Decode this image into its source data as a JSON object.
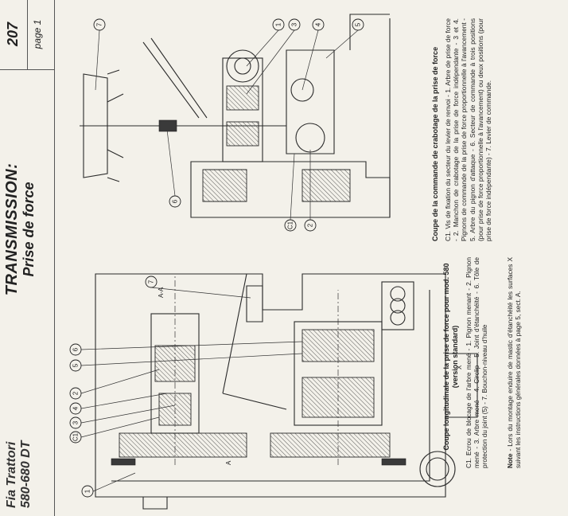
{
  "header": {
    "brand_line1": "Fia Trattori",
    "brand_line2": "580-680 DT",
    "title": "TRANSMISSION:",
    "subtitle": "Prise de force",
    "page_number": "207",
    "page_label": "page 1"
  },
  "figure_left": {
    "caption_title": "Coupe longitudinale de la prise de force pour mod. 580 (version standard)",
    "caption_text": "C1. Ecrou de blocage de l'arbre mené - 1. Pignon menant - 2. Pignon mené - 3. Arbre mené - 4. Circlip - 5. Joint d'étanchéité - 6. Tôle de protection du joint (5) - 7. Bouchon-niveau d'huile",
    "note_label": "Note",
    "note_text": " - Lors du montage enduire de mastic d'étanchéité les surfaces X suivant les instructions générales données à page 5, sect. A.",
    "callouts": [
      "1",
      "C1",
      "3",
      "4",
      "2",
      "5",
      "6",
      "7"
    ],
    "section_label": "A-A",
    "x_label": "X",
    "arrow_label": "A"
  },
  "figure_right": {
    "caption_title": "Coupe de la commande de crabotage de la prise de force",
    "caption_text": "C1. Vis de fixation du secteur du levier de renvoi - 1. Arbre de prise de force - 2. Manchon de crabotage de la prise de force indépendante - 3 et 4. Pignons de commande de la prise de force proportionnelle à l'avancement - 5. Arbre du pignon d'attaque - 6. Secteur de commande à trois positions (pour prise de force proportionnelle à l'avancement) ou deux positions (pour prise de force indépendante) - 7. Levier de commande.",
    "callouts": [
      "7",
      "1",
      "3",
      "4",
      "5",
      "6",
      "C1",
      "2"
    ]
  }
}
